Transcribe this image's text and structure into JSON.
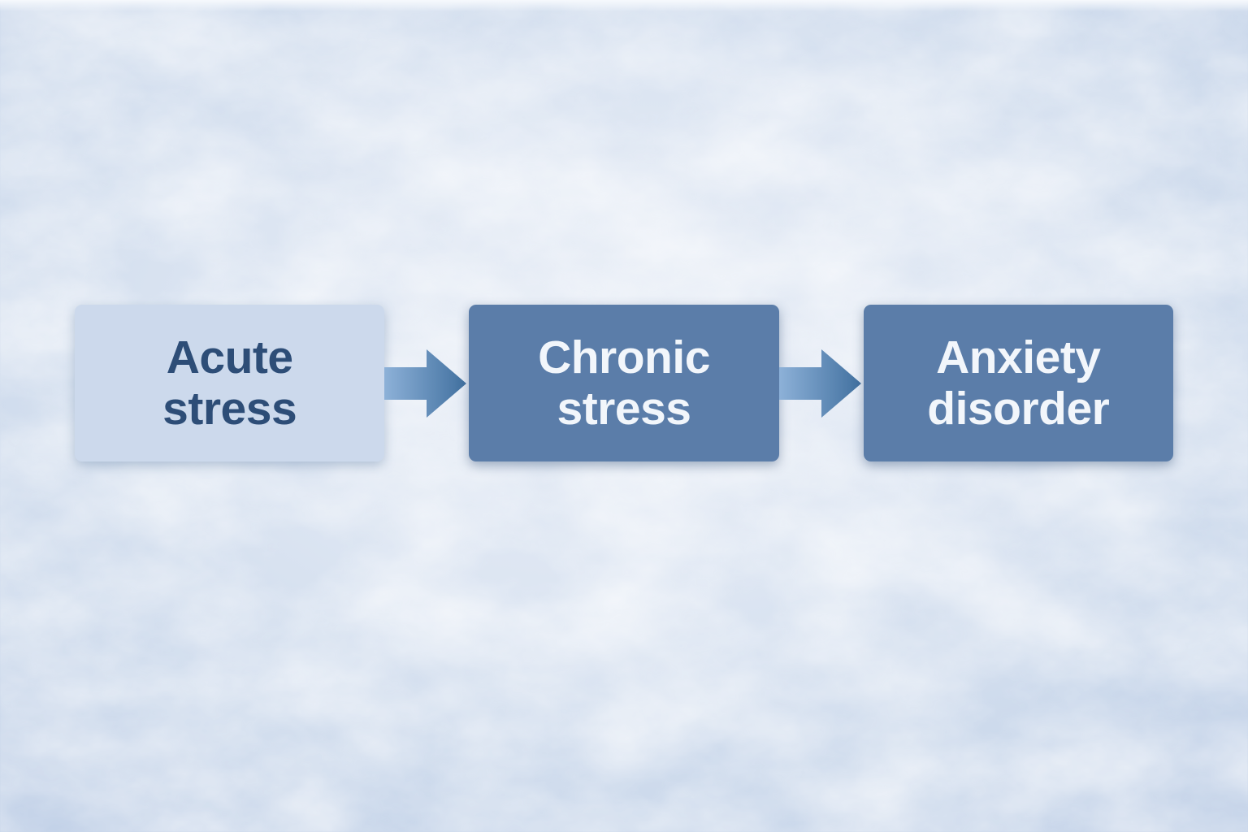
{
  "diagram": {
    "nodes": [
      {
        "id": "acute-stress",
        "label": "Acute stress",
        "lines": [
          "Acute",
          "stress"
        ],
        "variant": "light"
      },
      {
        "id": "chronic-stress",
        "label": "Chronic stress",
        "lines": [
          "Chronic",
          "stress"
        ],
        "variant": "dark"
      },
      {
        "id": "anxiety-disorder",
        "label": "Anxiety disorder",
        "lines": [
          "Anxiety",
          "disorder"
        ],
        "variant": "dark"
      }
    ],
    "connectors": [
      {
        "from": "acute-stress",
        "to": "chronic-stress",
        "icon": "right-arrow-icon"
      },
      {
        "from": "chronic-stress",
        "to": "anxiety-disorder",
        "icon": "right-arrow-icon"
      }
    ],
    "colors": {
      "node_light_bg": "#ccd9ec",
      "node_light_text": "#2d4d77",
      "node_dark_bg": "#5b7da9",
      "node_dark_text": "#f2f6fb",
      "arrow_start": "#8db1d8",
      "arrow_end": "#41709f",
      "background_base": "#d7e1f0"
    }
  }
}
